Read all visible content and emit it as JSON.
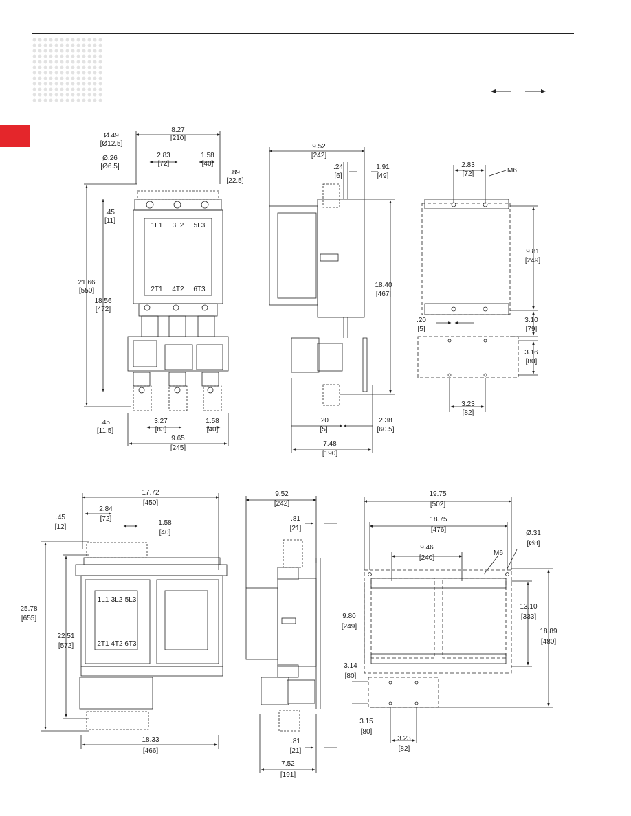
{
  "views": {
    "top_front": {
      "dims": [
        {
          "value": "8.27",
          "mm": "[210]"
        },
        {
          "value": "Ø.49",
          "mm": "[Ø12.5]"
        },
        {
          "value": "Ø.26",
          "mm": "[Ø6.5]"
        },
        {
          "value": "2.83",
          "mm": "[72]"
        },
        {
          "value": "1.58",
          "mm": "[40]"
        },
        {
          "value": ".89",
          "mm": "[22.5]"
        },
        {
          "value": ".45",
          "mm": "[11]"
        },
        {
          "value": "21.66",
          "mm": "[550]"
        },
        {
          "value": "18.56",
          "mm": "[472]"
        },
        {
          "value": ".45",
          "mm": "[11.5]"
        },
        {
          "value": "3.27",
          "mm": "[83]"
        },
        {
          "value": "1.58",
          "mm": "[40]"
        },
        {
          "value": "9.65",
          "mm": "[245]"
        }
      ],
      "terminals_top": [
        "1L1",
        "3L2",
        "5L3"
      ],
      "terminals_bottom": [
        "2T1",
        "4T2",
        "6T3"
      ]
    },
    "top_side": {
      "dims": [
        {
          "value": "9.52",
          "mm": "[242]"
        },
        {
          "value": ".24",
          "mm": "[6]"
        },
        {
          "value": "1.91",
          "mm": "[49]"
        },
        {
          "value": "18.40",
          "mm": "[467]"
        },
        {
          "value": ".20",
          "mm": "[5]"
        },
        {
          "value": "2.38",
          "mm": "[60.5]"
        },
        {
          "value": "7.48",
          "mm": "[190]"
        }
      ]
    },
    "top_mount": {
      "dims": [
        {
          "value": "2.83",
          "mm": "[72]"
        },
        {
          "value": "9.81",
          "mm": "[249]"
        },
        {
          "value": ".20",
          "mm": "[5]"
        },
        {
          "value": "3.10",
          "mm": "[79]"
        },
        {
          "value": "3.16",
          "mm": "[80]"
        },
        {
          "value": "3.23",
          "mm": "[82]"
        }
      ],
      "screw": "M6"
    },
    "bottom_front": {
      "dims": [
        {
          "value": "17.72",
          "mm": "[450]"
        },
        {
          "value": ".45",
          "mm": "[12]"
        },
        {
          "value": "2.84",
          "mm": "[72]"
        },
        {
          "value": "1.58",
          "mm": "[40]"
        },
        {
          "value": "25.78",
          "mm": "[655]"
        },
        {
          "value": "22.51",
          "mm": "[572]"
        },
        {
          "value": "18.33",
          "mm": "[466]"
        }
      ],
      "terminals_top": [
        "1L1",
        "3L2",
        "5L3"
      ],
      "terminals_bottom": [
        "2T1",
        "4T2",
        "6T3"
      ]
    },
    "bottom_side": {
      "dims": [
        {
          "value": "9.52",
          "mm": "[242]"
        },
        {
          "value": ".81",
          "mm": "[21]"
        },
        {
          "value": ".81",
          "mm": "[21]"
        },
        {
          "value": "7.52",
          "mm": "[191]"
        }
      ]
    },
    "bottom_mount": {
      "dims": [
        {
          "value": "19.75",
          "mm": "[502]"
        },
        {
          "value": "18.75",
          "mm": "[476]"
        },
        {
          "value": "Ø.31",
          "mm": "[Ø8]"
        },
        {
          "value": "9.46",
          "mm": "[240]"
        },
        {
          "value": "9.80",
          "mm": "[249]"
        },
        {
          "value": "13.10",
          "mm": "[333]"
        },
        {
          "value": "18.89",
          "mm": "[480]"
        },
        {
          "value": "3.14",
          "mm": "[80]"
        },
        {
          "value": "3.15",
          "mm": "[80]"
        },
        {
          "value": "3.23",
          "mm": "[82]"
        }
      ],
      "screw": "M6"
    }
  },
  "colors": {
    "accent": "#e4262b",
    "line": "#222222",
    "dots": "#e2e2e2"
  }
}
